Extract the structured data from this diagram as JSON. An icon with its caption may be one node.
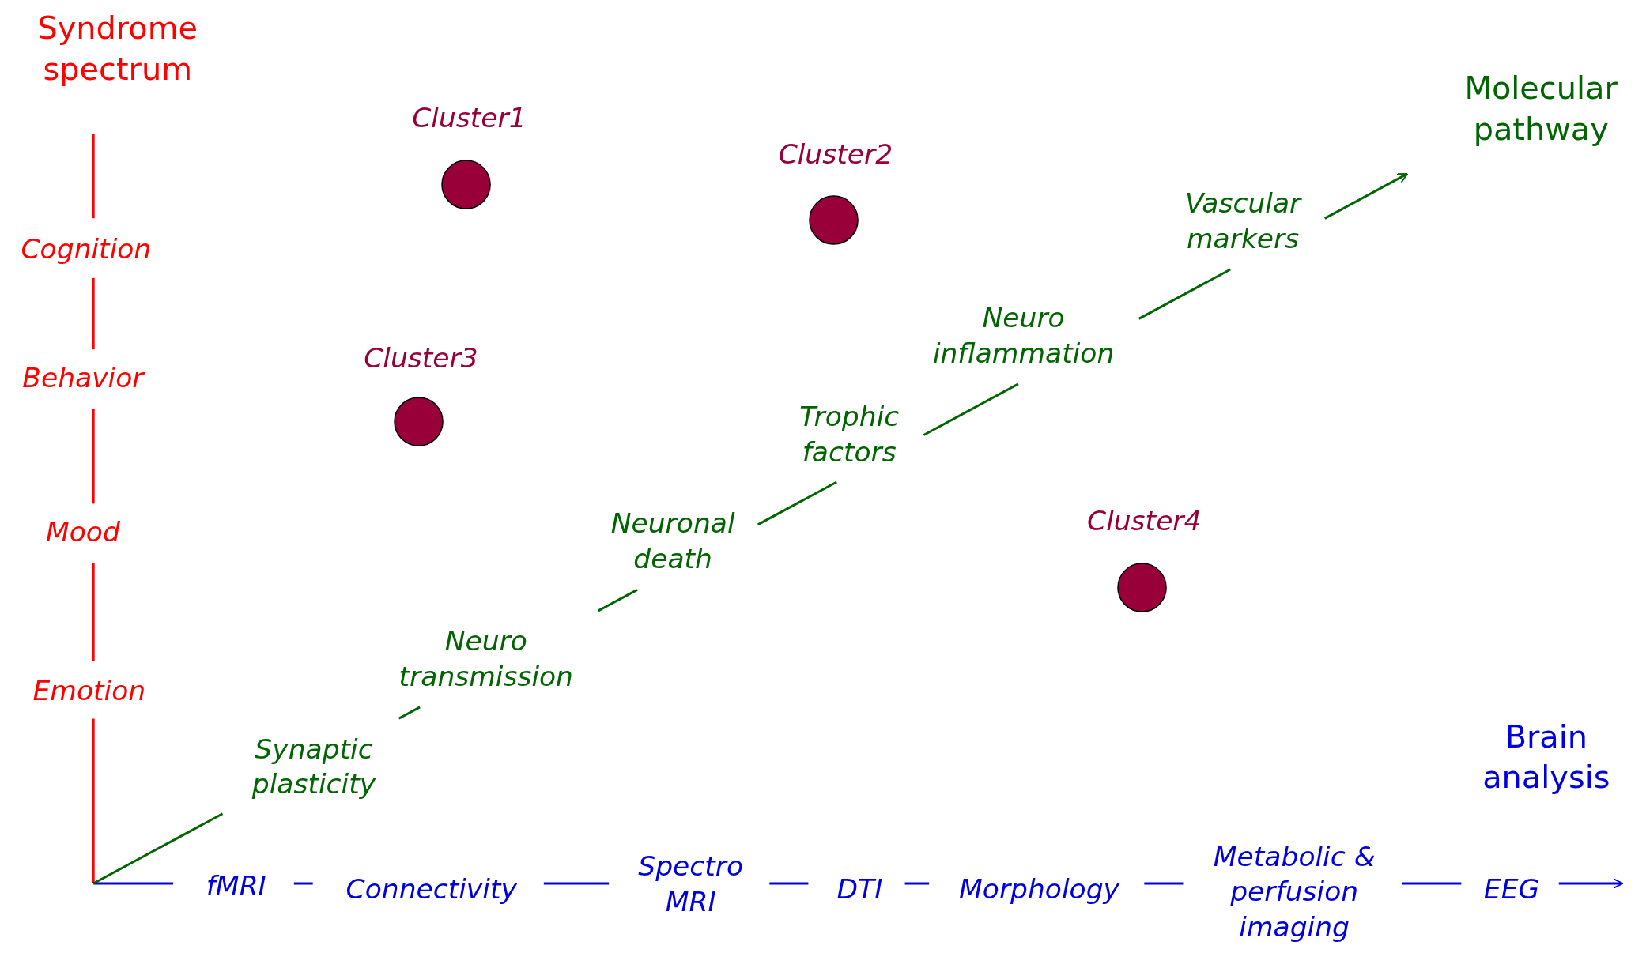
{
  "diagram": {
    "nodes": [
      {
        "text": [
          "Cluster1"
        ]
      },
      {
        "text": [
          "Cluster2"
        ]
      },
      {
        "text": [
          "Cluster3"
        ]
      },
      {
        "text": [
          "Cluster4"
        ]
      }
    ],
    "edges": [],
    "labels": [
      "Syndrome spectrum",
      "Cognition",
      "Behavior",
      "Mood",
      "Emotion",
      "Molecular pathway",
      "Vascular markers",
      "Neuro inflammation",
      "Trophic factors",
      "Neuronal death",
      "Neuro transmission",
      "Synaptic plasticity",
      "Brain analysis",
      "fMRI",
      "Connectivity",
      "Spectro MRI",
      "DTI",
      "Morphology",
      "Metabolic & perfusion imaging",
      "EEG"
    ]
  }
}
